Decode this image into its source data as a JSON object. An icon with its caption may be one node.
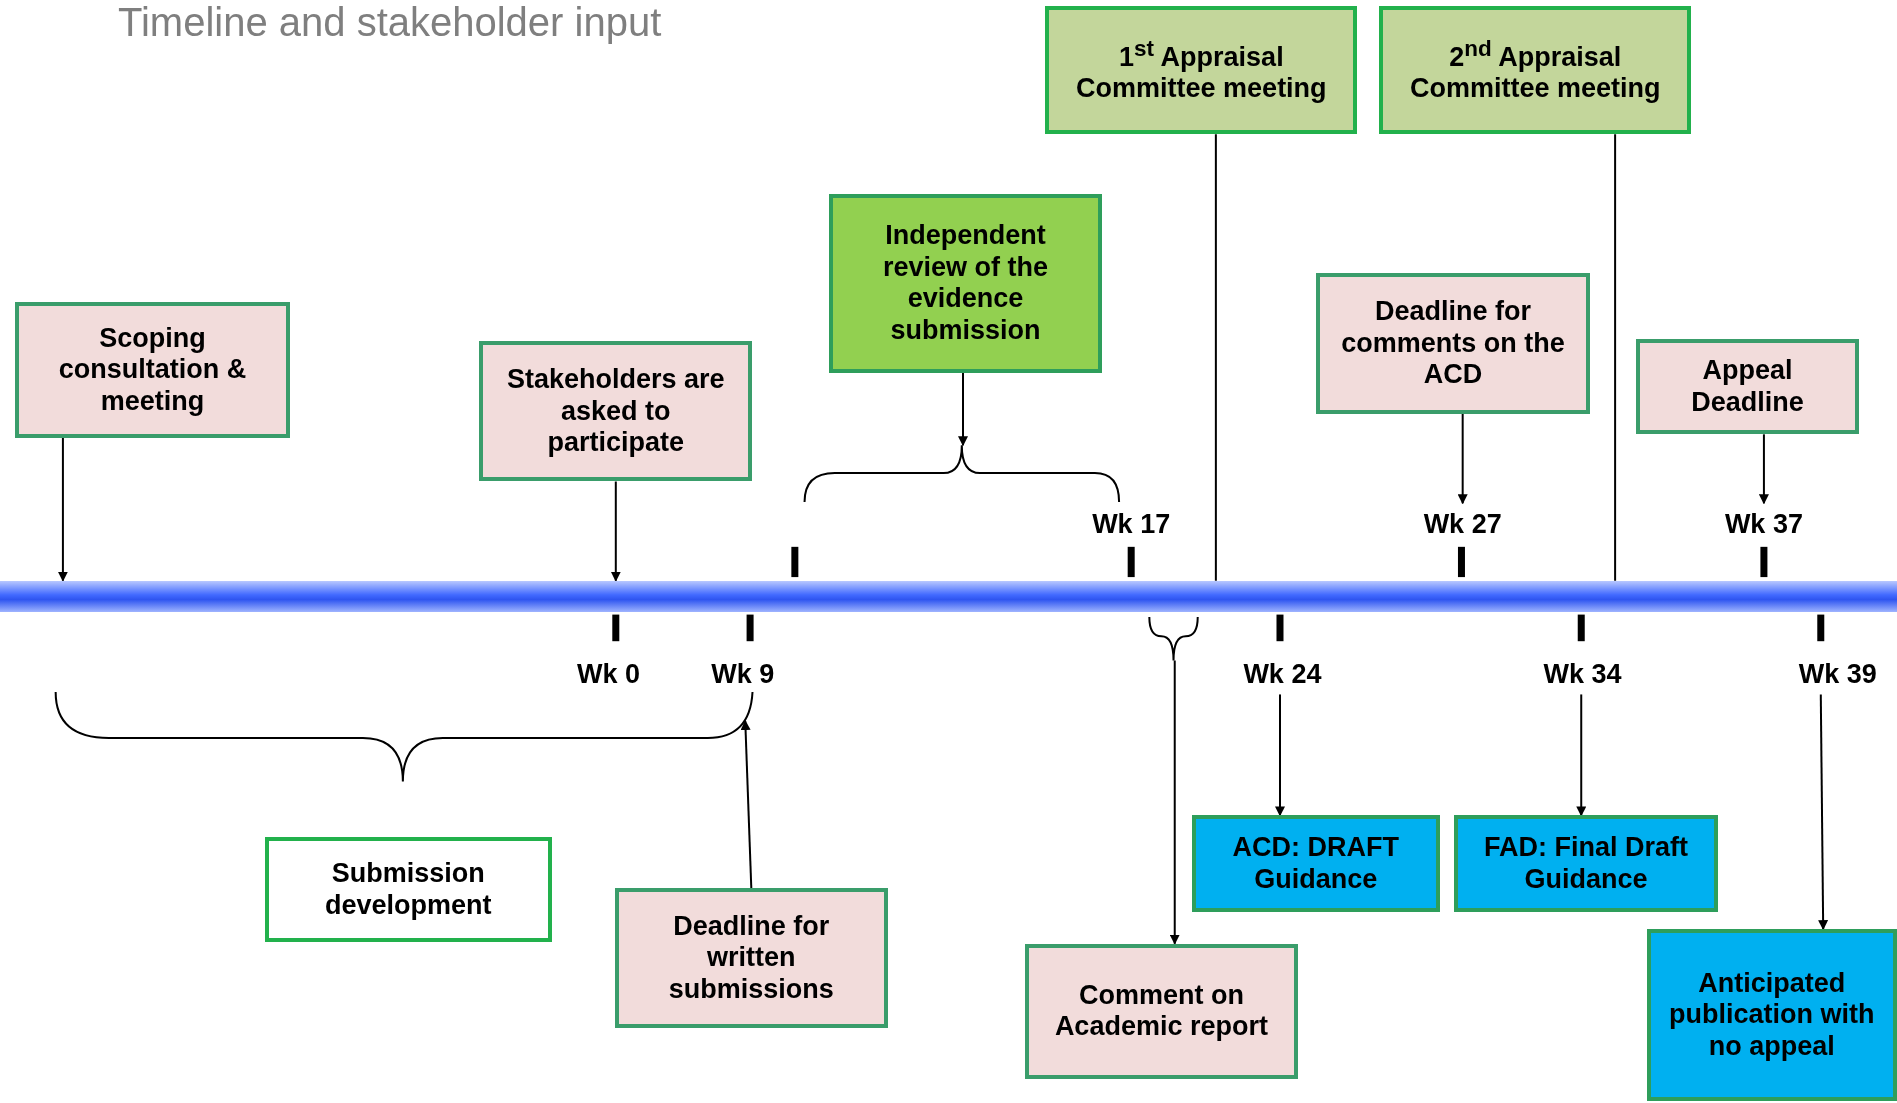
{
  "diagram": {
    "title": "Timeline and stakeholder input",
    "nodes": [
      {
        "text": [
          "Scoping consultation & meeting"
        ]
      },
      {
        "text": [
          "Stakeholders are asked to participate"
        ]
      },
      {
        "text": [
          "Independent review of the evidence submission"
        ]
      },
      {
        "text": [
          "1$^{st}$ Appraisal Committee meeting"
        ]
      },
      {
        "text": [
          "2$^{nd}$ Appraisal Committee meeting"
        ]
      },
      {
        "text": [
          "Deadline for comments on the ACD"
        ]
      },
      {
        "text": [
          "Appeal Deadline"
        ]
      },
      {
        "text": [
          "Submission development"
        ]
      },
      {
        "text": [
          "Deadline for written submissions"
        ]
      },
      {
        "text": [
          "ACD:  DRAFT Guidance"
        ]
      },
      {
        "text": [
          "FAD: Final Draft Guidance"
        ]
      },
      {
        "text": [
          "Comment on Academic report"
        ]
      },
      {
        "text": [
          "Anticipated publication with no appeal"
        ]
      },
      {
        "text": [],
        "shape": "bar"
      },
      {
        "text": [
          "Wk 17"
        ]
      },
      {
        "text": [
          "Wk 27"
        ]
      },
      {
        "text": [
          "Wk 37"
        ]
      },
      {
        "text": [
          "Wk 0"
        ]
      },
      {
        "text": [
          "Wk 9"
        ]
      },
      {
        "text": [
          "Wk 24"
        ]
      },
      {
        "text": [
          "Wk 34"
        ]
      },
      {
        "text": [
          "Wk 39"
        ]
      },
      {
        "text": [],
        "shape": "bracket"
      },
      {
        "text": [],
        "shape": "bracket"
      },
      {
        "text": [],
        "shape": "bracket"
      }
    ],
    "edges": [
      {
        "from": 0,
        "to": 13,
        "arrow": "to"
      },
      {
        "from": 1,
        "to": 13,
        "arrow": "to"
      },
      {
        "from": 2,
        "to": 22,
        "arrow": "to"
      },
      {
        "from": 3,
        "to": 13,
        "arrow": "none"
      },
      {
        "from": 4,
        "to": 13,
        "arrow": "none"
      },
      {
        "from": 5,
        "to": 15,
        "arrow": "to"
      },
      {
        "from": 6,
        "to": 16,
        "arrow": "to"
      },
      {
        "from": 8,
        "to": 23,
        "arrow": "to"
      },
      {
        "from": 24,
        "to": 11,
        "arrow": "to"
      },
      {
        "from": 19,
        "to": 9,
        "arrow": "to"
      },
      {
        "from": 20,
        "to": 10,
        "arrow": "to"
      },
      {
        "from": 21,
        "to": 12,
        "arrow": "to"
      }
    ]
  }
}
